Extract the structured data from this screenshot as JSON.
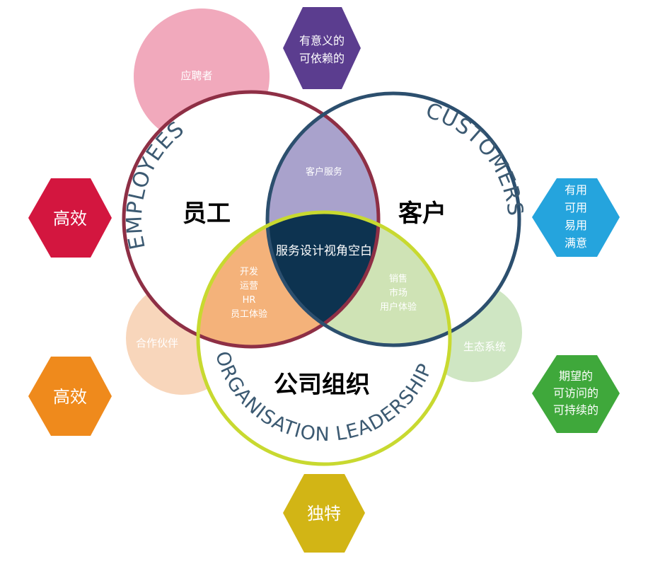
{
  "circles": {
    "employees": {
      "label": "EMPLOYEES",
      "title": "员工",
      "color": "#8e2f45"
    },
    "customers": {
      "label": "CUSTOMERS",
      "title": "客户",
      "color": "#2c4f6e"
    },
    "organisation": {
      "label": "ORGANISATION LEADERSHIP",
      "title": "公司组织",
      "color": "#c8d930"
    }
  },
  "intersections": {
    "employees_customers": {
      "text": "客户服务",
      "color": "#a9a2cc"
    },
    "employees_organisation": {
      "lines": [
        "开发",
        "运营",
        "HR",
        "员工体验"
      ],
      "color": "#f4b27a"
    },
    "customers_organisation": {
      "lines": [
        "销售",
        "市场",
        "用户体验"
      ],
      "color": "#cfe3b5"
    },
    "center": {
      "text": "服务设计视角空白",
      "color": "#0d3350"
    }
  },
  "bubbles": {
    "applicants": {
      "text": "应聘者",
      "color": "#f1a9bc"
    },
    "partners": {
      "text": "合作伙伴",
      "color": "#f8d6bb"
    },
    "ecosystem": {
      "text": "生态系统",
      "color": "#cfe6c3"
    }
  },
  "hexagons": {
    "top": {
      "lines": [
        "有意义的",
        "可依赖的"
      ],
      "color": "#5b3d8f"
    },
    "left_top": {
      "lines": [
        "高效"
      ],
      "color": "#d3163f"
    },
    "left_bottom": {
      "lines": [
        "高效"
      ],
      "color": "#ef8a1c"
    },
    "right_top": {
      "lines": [
        "有用",
        "可用",
        "易用",
        "满意"
      ],
      "color": "#25a4dd"
    },
    "right_bottom": {
      "lines": [
        "期望的",
        "可访问的",
        "可持续的"
      ],
      "color": "#3fa83b"
    },
    "bottom": {
      "lines": [
        "独特"
      ],
      "color": "#d2b515"
    }
  }
}
